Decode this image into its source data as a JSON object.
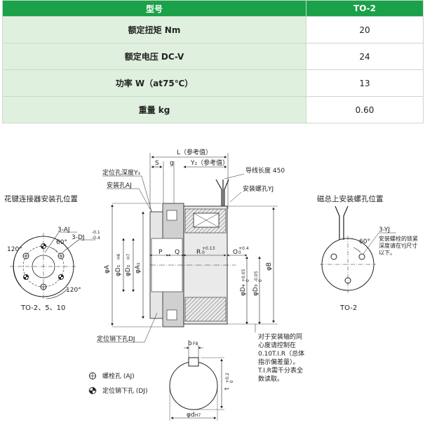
{
  "table": {
    "header": {
      "label": "型号",
      "model": "TO-2"
    },
    "rows": [
      {
        "label": "额定扭矩 Nm",
        "value": "20"
      },
      {
        "label": "额定电压 DC-V",
        "value": "24"
      },
      {
        "label": "功率 W（at75℃）",
        "value": "13"
      },
      {
        "label": "重量 kg",
        "value": "0.60"
      }
    ]
  },
  "drawing": {
    "left_view": {
      "title": "花键连接器安装孔位置",
      "label_aj": "3-AJ",
      "label_dj": "3-DJ",
      "dj_tol_top": "-0.1",
      "dj_tol_bottom": "-0.4",
      "angle_60": "60°",
      "angle_120_left": "120°",
      "angle_120_right": "120°",
      "caption": "TO-2、5、10"
    },
    "main_view": {
      "dim_L": "L（参考值）",
      "dim_S": "S",
      "dim_g": "g",
      "dim_Y2": "Y₂（参考值）",
      "label_hole_depth": "定位孔深度Y₁",
      "label_hole_aj": "安装孔AJ",
      "label_wire": "导线长度 450",
      "label_screw_yj": "安装螺孔YJ",
      "dim_P": "P",
      "dim_Q": "Q",
      "dim_R": "R",
      "r_tol": "+0.13",
      "r_tol2": "0",
      "dim_O": "O",
      "o_tol": "+0.4",
      "o_tol2": "0",
      "dim_A": "φA",
      "dim_D1": "φD₁",
      "d1_fit": "H6",
      "dim_D2": "φD₂",
      "d2_fit": "H7",
      "dim_A1": "φA₁",
      "dim_D4": "φD₄",
      "d4_tol": "+0.05",
      "d4_tol2": "0",
      "dim_D3": "φD₃",
      "d3_tol": "-0.05",
      "d3_tol2": "0",
      "dim_B": "φB",
      "label_dowel_dj": "定位销下孔DJ",
      "note": [
        "对于安装轴的同",
        "心度请控制在",
        "0.10T.I.R（总体",
        "指示偏差量）。",
        "T.I.R需千分表全",
        "数读取。"
      ]
    },
    "right_view": {
      "title": "磁总上安装螺孔位置",
      "label_yj": "3-YJ",
      "angle_60": "60°",
      "note": [
        "安装螺栓的锁紧",
        "深度请在YJ尺寸",
        "以下。"
      ],
      "caption": "TO-2"
    },
    "keyway_view": {
      "dim_b": "b",
      "b_fit": "F8",
      "dim_t": "t",
      "t_tol": "+0.2",
      "t_tol2": "0",
      "dim_d": "φd",
      "d_fit": "H7"
    },
    "legend": [
      {
        "symbol": "bolt-hole",
        "label": "螺栓孔 (AJ)"
      },
      {
        "symbol": "dowel-hole",
        "label": "定位销下孔 (DJ)"
      }
    ]
  },
  "colors": {
    "header_bg": "#1aa149",
    "label_bg": "#dff0df",
    "border": "#c9d9c9"
  }
}
